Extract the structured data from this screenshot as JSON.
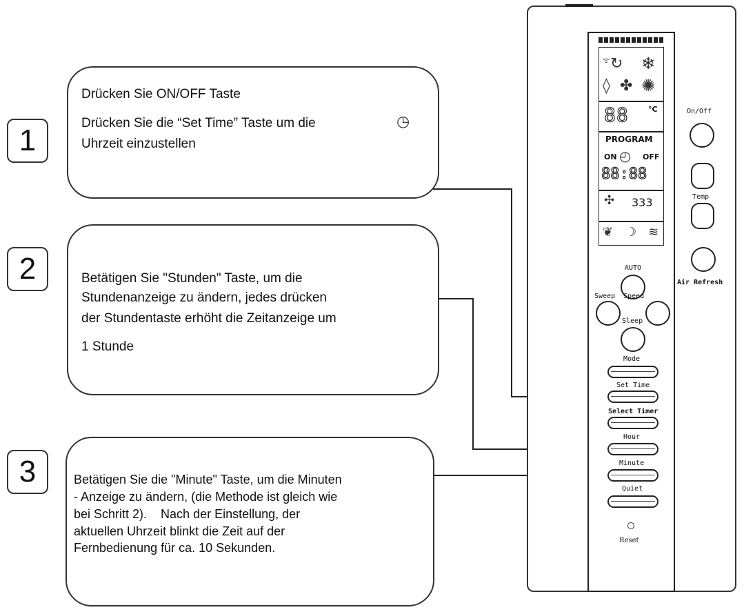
{
  "steps": [
    {
      "number": "1",
      "lines": [
        "Drücken Sie ON/OFF Taste",
        "Drücken Sie die “Set Time” Taste um die",
        "Uhrzeit einzustellen"
      ]
    },
    {
      "number": "2",
      "lines": [
        "Betätigen Sie \"Stunden\" Taste, um die",
        "Stundenanzeige zu ändern, jedes drücken",
        "der Stundentaste erhöht die Zeitanzeige um",
        "1 Stunde"
      ]
    },
    {
      "number": "3",
      "lines": [
        "Betätigen Sie die \"Minute\" Taste, um die Minuten",
        "- Anzeige zu ändern, (die Methode ist gleich wie",
        "bei Schritt 2).    Nach der Einstellung, der",
        "aktuellen Uhrzeit blinkt die Zeit auf der",
        "Fernbedienung für ca. 10 Sekunden."
      ]
    }
  ],
  "remote": {
    "display": {
      "temp_digits": "88",
      "temp_unit": "°C",
      "program": "PROGRAM",
      "on": "ON",
      "off": "OFF",
      "time_digits": "88:88",
      "fan_speed_marks": "333"
    },
    "buttons": {
      "on_off": "On/Off",
      "temp": "Temp",
      "air_refresh": "Air Refresh",
      "auto": "AUTO",
      "sweep": "Sweep",
      "speed": "Speed",
      "sleep": "Sleep",
      "mode": "Mode",
      "set_time": "Set Time",
      "select_timer": "Select Timer",
      "hour": "Hour",
      "minute": "Minute",
      "quiet": "Quiet",
      "reset": "Reset"
    }
  },
  "colors": {
    "ink": "#222222",
    "background": "#ffffff"
  }
}
